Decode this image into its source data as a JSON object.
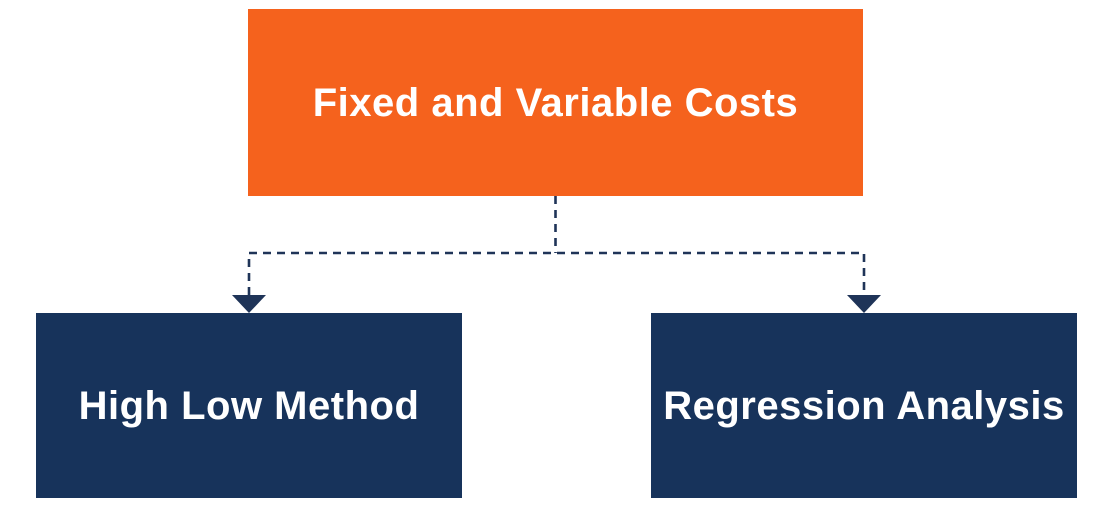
{
  "diagram": {
    "root": {
      "label": "Fixed and Variable Costs"
    },
    "children": [
      {
        "label": "High Low Method"
      },
      {
        "label": "Regression Analysis"
      }
    ]
  },
  "colors": {
    "root_fill": "#F5621D",
    "child_fill": "#17335B",
    "connector": "#1F3458",
    "text": "#FFFFFF",
    "background": "#FFFFFF"
  }
}
